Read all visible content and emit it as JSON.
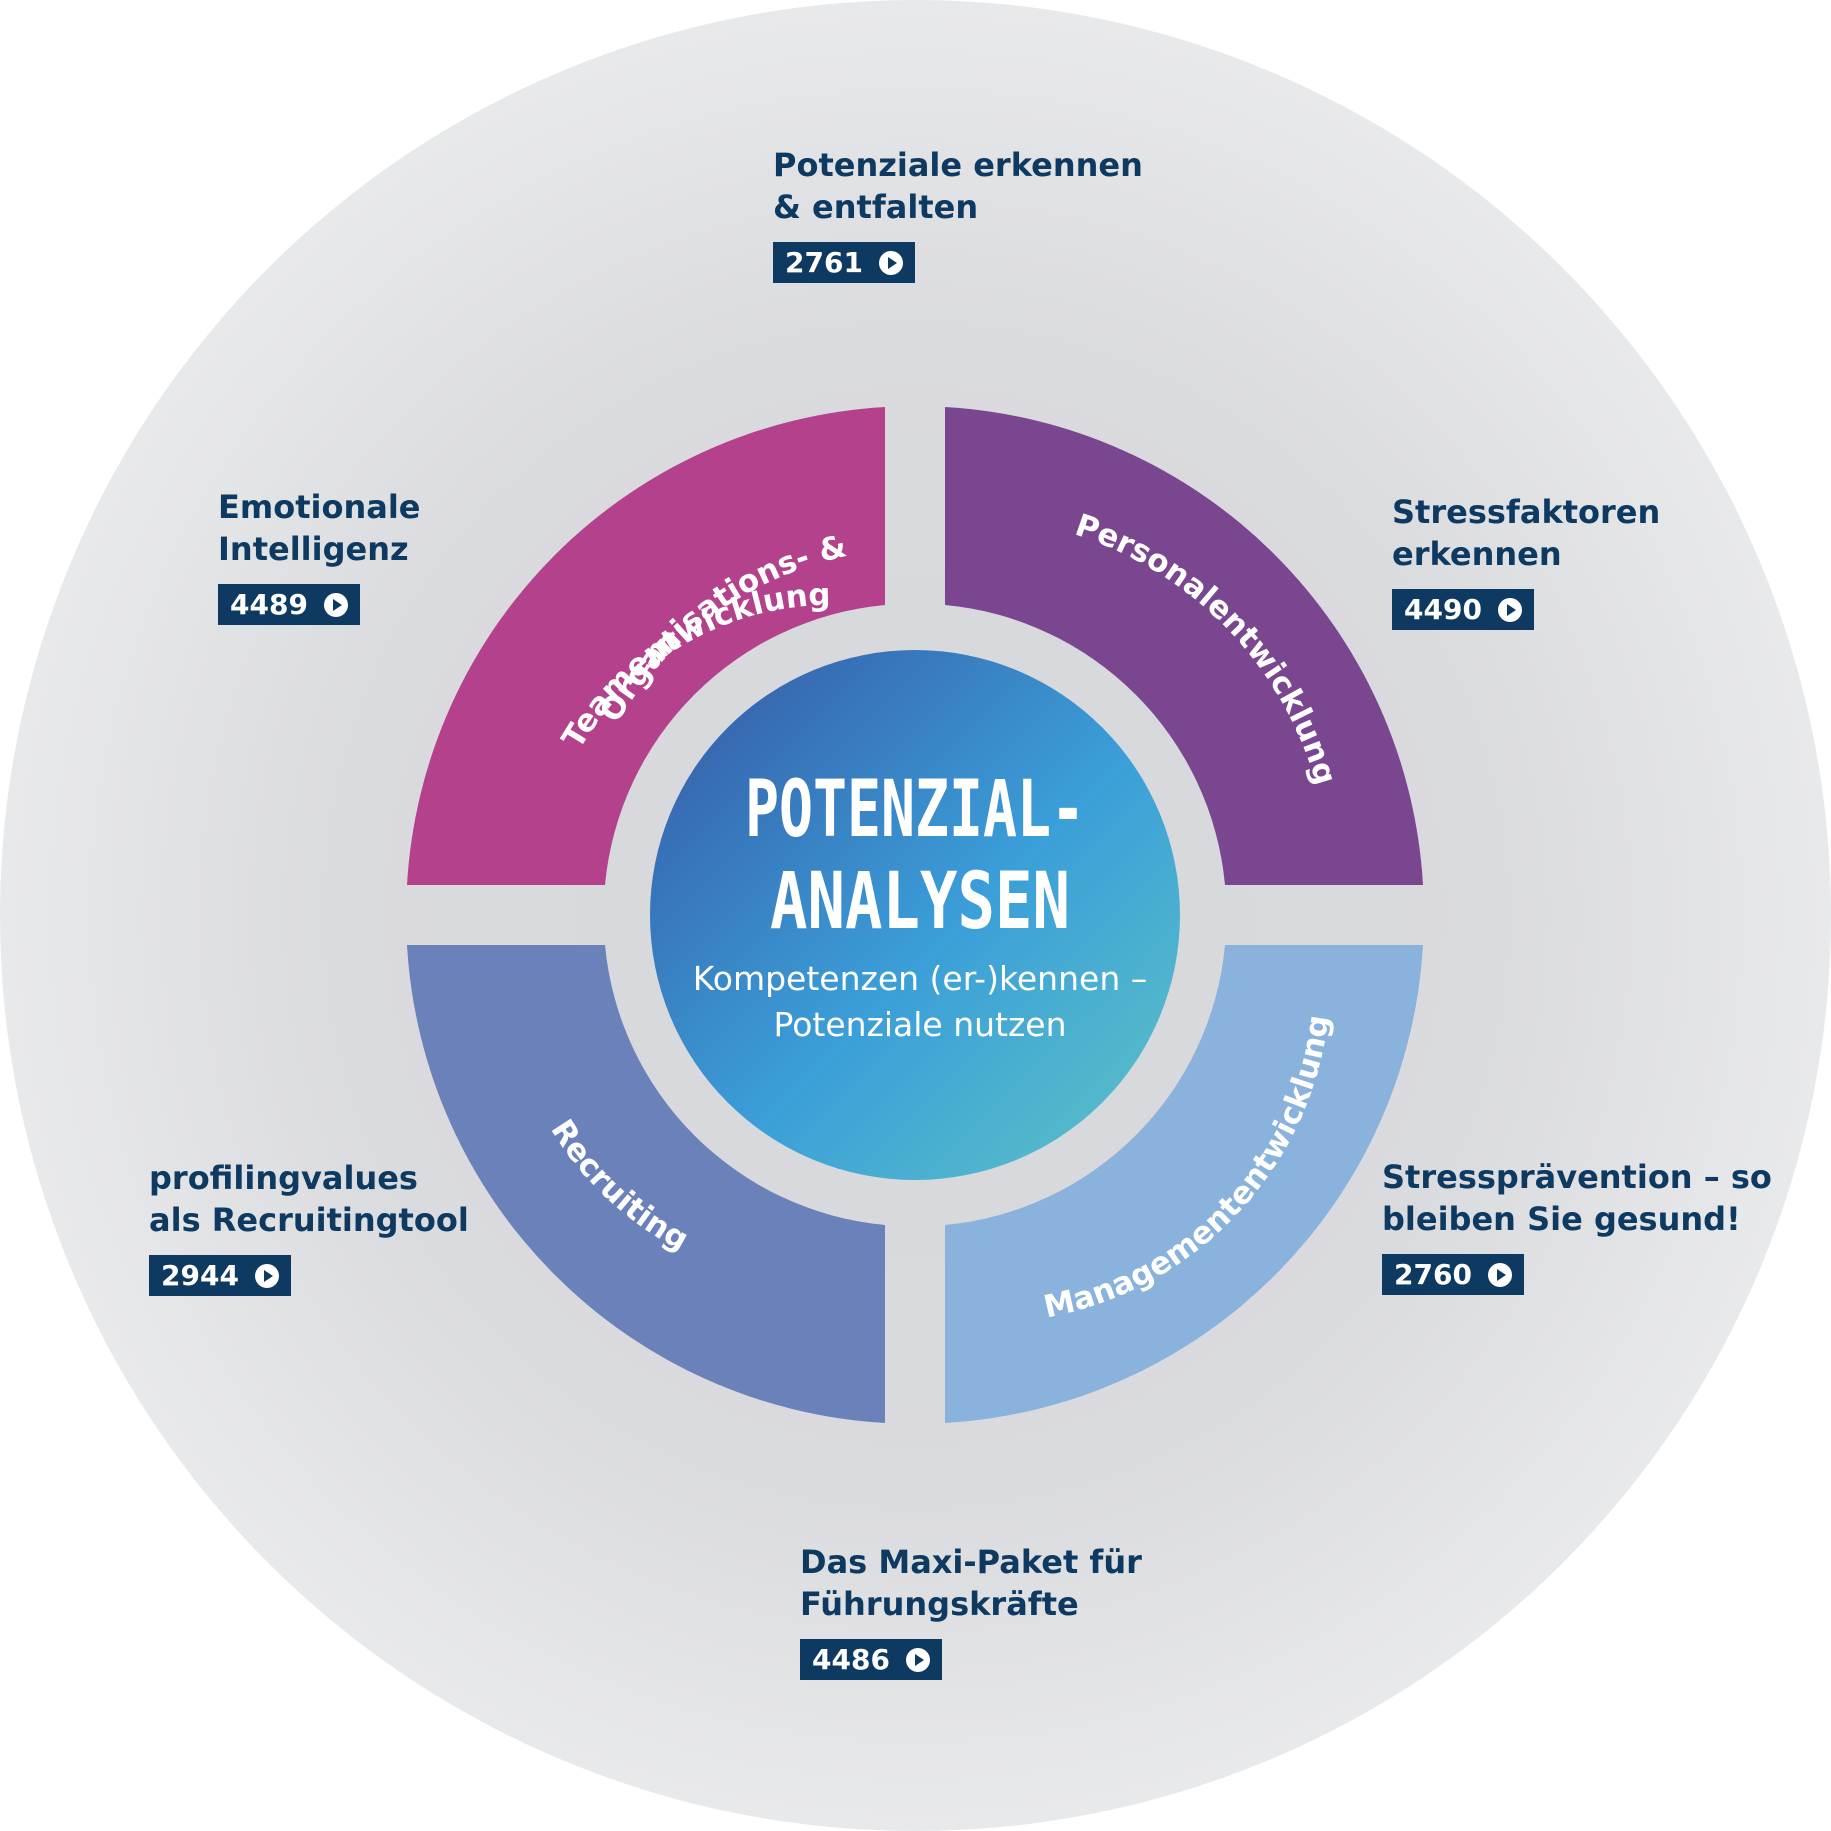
{
  "center": {
    "title_line1": "POTENZIAL-",
    "title_line2": "ANALYSEN",
    "subtitle_line1": "Kompetenzen (er-)kennen –",
    "subtitle_line2": "Potenziale nutzen"
  },
  "segments": [
    {
      "id": "org",
      "label_line1": "Organisations- &",
      "label_line2": "Teamentwicklung",
      "color": "#b3418c"
    },
    {
      "id": "personal",
      "label": "Personalentwicklung",
      "color": "#7b4690"
    },
    {
      "id": "recruiting",
      "label": "Recruiting",
      "color": "#6a81b9"
    },
    {
      "id": "management",
      "label": "Managemententwicklung",
      "color": "#89b2dc"
    }
  ],
  "cards": [
    {
      "id": "potenziale",
      "title": "Potenziale erkennen\n& entfalten",
      "code": "2761"
    },
    {
      "id": "emotionale",
      "title": "Emotionale\nIntelligenz",
      "code": "4489"
    },
    {
      "id": "stressfaktoren",
      "title": "Stressfaktoren\nerkennen",
      "code": "4490"
    },
    {
      "id": "profiling",
      "title": "profilingvalues\nals Recruitingtool",
      "code": "2944"
    },
    {
      "id": "stresspraevention",
      "title": "Stressprävention – so\nbleiben Sie gesund!",
      "code": "2760"
    },
    {
      "id": "maxi",
      "title": "Das Maxi-Paket für\nFührungskräfte",
      "code": "4486"
    }
  ],
  "colors": {
    "navy": "#0e3a62",
    "gradient_start": "#3556a3",
    "gradient_mid": "#3b9fd9",
    "gradient_end": "#5fc4c4",
    "background_disc": "#dadbde"
  },
  "icons": {
    "badge_icon": "play-circle-icon"
  }
}
